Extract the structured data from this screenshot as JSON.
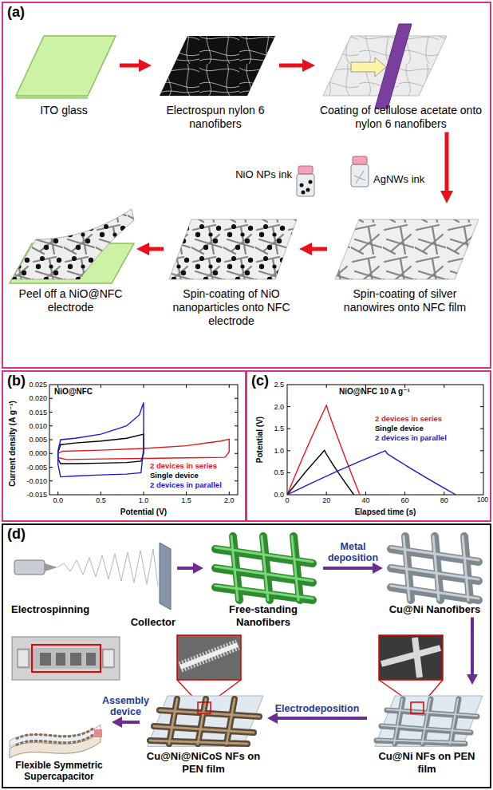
{
  "diagram": {
    "nodes": [
      {
        "text": [
          "(a)"
        ]
      },
      {
        "text": [
          "ITO glass"
        ],
        "in": 0
      },
      {
        "text": [
          "Electrospun nylon 6 nanofibers"
        ],
        "in": 0
      },
      {
        "text": [
          "Coating of cellulose acetate onto nylon 6 nanofibers"
        ],
        "in": 0
      },
      {
        "text": [
          "Peel off a NiO@NFC electrode"
        ],
        "in": 0
      },
      {
        "text": [
          "Spin-coating of NiO nanoparticles onto NFC electrode"
        ],
        "in": 0
      },
      {
        "text": [
          "Spin-coating of silver nanowires onto NFC film"
        ],
        "in": 0
      },
      {
        "text": [
          "(b)"
        ]
      },
      {
        "text": [
          "(c)"
        ]
      },
      {
        "text": [
          "(d)"
        ]
      },
      {
        "text": [
          "Electrospinning",
          "Collector"
        ],
        "in": 9
      },
      {
        "text": [
          "Free-standing Nanofibers"
        ],
        "in": 9
      },
      {
        "text": [
          "Cu@Ni Nanofibers"
        ],
        "in": 9
      },
      {
        "text": [
          "Flexible Symmetric Supercapacitor"
        ],
        "in": 9
      },
      {
        "text": [
          "Cu@Ni@NiCoS NFs on PEN film"
        ],
        "in": 9
      },
      {
        "text": [
          "Cu@Ni NFs on PEN film"
        ],
        "in": 9
      }
    ],
    "edges": [
      {
        "from": 1,
        "to": 2,
        "arrow": "to"
      },
      {
        "from": 2,
        "to": 3,
        "arrow": "to"
      },
      {
        "from": 3,
        "to": 6,
        "arrow": "to"
      },
      {
        "from": 6,
        "to": 5,
        "arrow": "to"
      },
      {
        "from": 5,
        "to": 4,
        "arrow": "to"
      },
      {
        "from": 10,
        "to": 11,
        "arrow": "to"
      },
      {
        "from": 11,
        "to": 12,
        "label": "Metal deposition",
        "arrow": "to"
      },
      {
        "from": 12,
        "to": 15,
        "arrow": "to"
      },
      {
        "from": 15,
        "to": 14,
        "label": "Electrodeposition",
        "arrow": "to"
      },
      {
        "from": 14,
        "to": 13,
        "label": "Assembly device",
        "arrow": "to"
      }
    ],
    "labels": [
      "AgNWs ink",
      "NiO NPs ink",
      "NiO@NFC",
      "Current density (A g⁻¹)",
      "0.025",
      "0.020",
      "0.015",
      "0.010",
      "0.005",
      "0.000",
      "-0.005",
      "-0.010",
      "-0.015",
      "0.0",
      "0.5",
      "1.0",
      "1.5",
      "2.0",
      "Potential (V)",
      "2 devices in series",
      "Single device",
      "2 devices in parallel",
      "NiO@NFC 10 A g⁻¹",
      "Potential (V)",
      "0.0",
      "0.5",
      "1.0",
      "1.5",
      "2.0",
      "2.5",
      "0",
      "20",
      "40",
      "60",
      "80",
      "100",
      "Elapsed time (s)",
      "2 devices in series",
      "Single device",
      "2 devices in parallel"
    ]
  }
}
